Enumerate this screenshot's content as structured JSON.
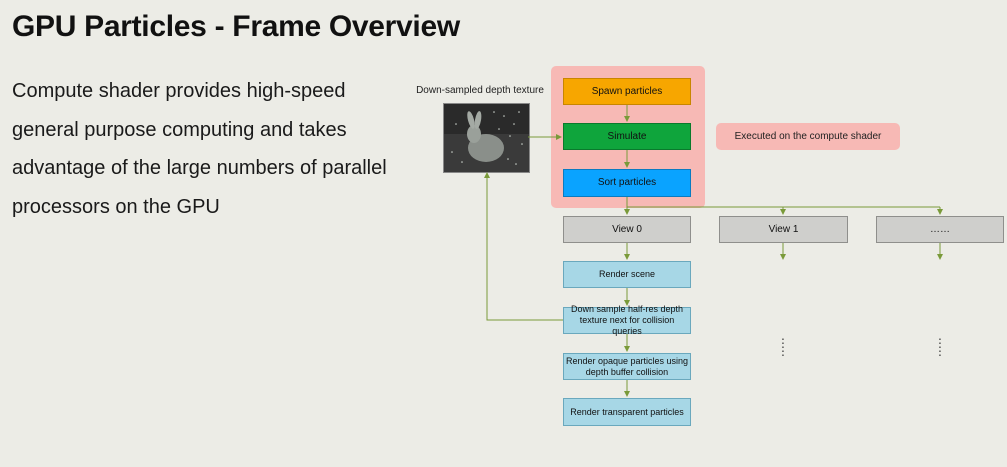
{
  "slide": {
    "title": "GPU Particles - Frame Overview",
    "body": "Compute shader provides high-speed general purpose computing and takes advantage of the large numbers of parallel processors on the GPU"
  },
  "diagram": {
    "texture_label": "Down-sampled depth texture",
    "compute_steps": [
      "Spawn particles",
      "Simulate",
      "Sort particles"
    ],
    "compute_note": "Executed on the compute shader",
    "views": [
      "View 0",
      "View 1",
      "……"
    ],
    "view0_steps": [
      "Render scene",
      "Down sample half-res depth texture next for collision queries",
      "Render opaque particles using depth buffer collision",
      "Render transparent particles"
    ],
    "colors": {
      "spawn": "#f7a600",
      "simulate": "#0fa53c",
      "sort": "#0aa3ff",
      "compute_group": "#f7b9b5",
      "view": "#cfcfcc",
      "render_step": "#a7d7e6",
      "connector": "#7a9a3a"
    }
  }
}
